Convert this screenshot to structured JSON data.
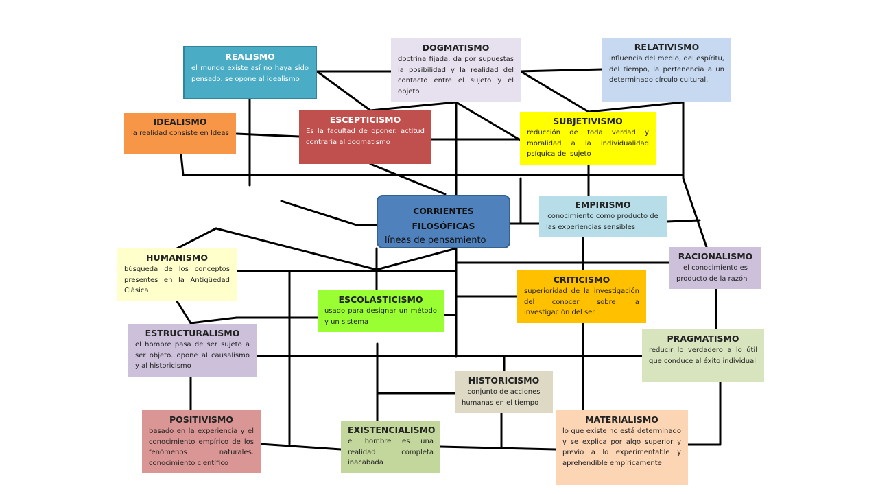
{
  "colors": {
    "line": "#000000",
    "realismo": "#4bacc6",
    "dogmatismo": "#e7e0ee",
    "relativismo": "#c6d9f1",
    "idealismo": "#f79646",
    "escepticismo": "#c0504d",
    "subjetivismo": "#ffff00",
    "center": "#4f81bd",
    "empirismo": "#b7dde8",
    "racionalismo": "#ccc0da",
    "humanismo": "#ffffcc",
    "escolasticismo": "#99ff33",
    "criticismo": "#ffc000",
    "estructuralismo": "#ccc0da",
    "pragmatismo": "#d7e4bd",
    "historicismo": "#ddd9c4",
    "positivismo": "#d99694",
    "existencialismo": "#c3d69b",
    "materialismo": "#fcd5b5"
  },
  "nodes": {
    "center": {
      "title_1": "CORRIENTES",
      "title_2": "FILOSÓFICAS",
      "text": "líneas de pensamiento"
    },
    "realismo": {
      "title": "REALISMO",
      "text": "el mundo existe así no haya sido pensado. se opone al idealismo"
    },
    "dogmatismo": {
      "title": "DOGMATISMO",
      "text": "doctrina fijada, da por supuestas la posibilidad y la realidad del contacto entre el sujeto y el objeto"
    },
    "relativismo": {
      "title": "RELATIVISMO",
      "text": "influencia del medio, del espíritu, del tiempo, la pertenencia a un determinado círculo cultural."
    },
    "idealismo": {
      "title": "IDEALISMO",
      "text": "la realidad consiste en Ideas"
    },
    "escepticismo": {
      "title": "ESCEPTICISMO",
      "text": "Es la facultad de oponer. actitud contraria al dogmatismo"
    },
    "subjetivismo": {
      "title": "SUBJETIVISMO",
      "text": "reducción de toda verdad y moralidad a la individualidad psíquica del sujeto"
    },
    "empirismo": {
      "title": "EMPIRISMO",
      "text": "conocimiento como producto de las experiencias sensibles"
    },
    "racionalismo": {
      "title": "RACIONALISMO",
      "text": "el conocimiento es producto de la razón"
    },
    "humanismo": {
      "title": "HUMANISMO",
      "text": "búsqueda de los conceptos presentes en la Antigüedad Clásica"
    },
    "escolasticismo": {
      "title": "ESCOLASTICISMO",
      "text": "usado para designar un método y un sistema"
    },
    "criticismo": {
      "title": "CRITICISMO",
      "text": "superioridad de la investigación del conocer sobre la investigación del ser"
    },
    "estructuralismo": {
      "title": "ESTRUCTURALISMO",
      "text": "el hombre pasa de ser sujeto a ser objeto. opone al causalismo y al historicismo"
    },
    "pragmatismo": {
      "title": "PRAGMATISMO",
      "text": "reducir lo verdadero a lo útil que conduce al éxito individual"
    },
    "historicismo": {
      "title": "HISTORICISMO",
      "text": "conjunto de acciones humanas en el tiempo"
    },
    "positivismo": {
      "title": "POSITIVISMO",
      "text": "basado en la experiencia y el conocimiento empírico de los fenómenos naturales. conocimiento científico"
    },
    "existencialismo": {
      "title": "EXISTENCIALISMO",
      "text": "el hombre es una realidad completa inacabada"
    },
    "materialismo": {
      "title": "MATERIALISMO",
      "text": "lo que existe no está determinado y se explica por algo superior y previo a lo experimentable y aprehendible empíricamente"
    }
  }
}
